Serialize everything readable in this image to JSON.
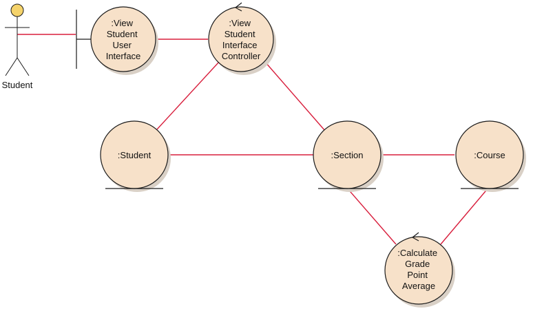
{
  "diagram": {
    "actor": {
      "label": "Student"
    },
    "objects": {
      "view_student_ui": {
        "label_lines": [
          ":View",
          "Student",
          "User",
          "Interface"
        ],
        "stereotype": "boundary"
      },
      "view_student_controller": {
        "label_lines": [
          ":View",
          "Student",
          "Interface",
          "Controller"
        ],
        "stereotype": "control"
      },
      "student": {
        "label_lines": [
          ":Student"
        ],
        "stereotype": "entity"
      },
      "section": {
        "label_lines": [
          ":Section"
        ],
        "stereotype": "entity"
      },
      "course": {
        "label_lines": [
          ":Course"
        ],
        "stereotype": "entity"
      },
      "calculate_gpa": {
        "label_lines": [
          ":Calculate",
          "Grade",
          "Point",
          "Average"
        ],
        "stereotype": "control"
      }
    },
    "links": [
      [
        "actor",
        "view_student_ui"
      ],
      [
        "view_student_ui",
        "view_student_controller"
      ],
      [
        "view_student_controller",
        "student"
      ],
      [
        "view_student_controller",
        "section"
      ],
      [
        "student",
        "section"
      ],
      [
        "section",
        "course"
      ],
      [
        "section",
        "calculate_gpa"
      ],
      [
        "course",
        "calculate_gpa"
      ]
    ],
    "colors": {
      "object_fill": "#f7e1c9",
      "object_shadow": "#d9d0c6",
      "outline": "#1a1a1a",
      "link": "#d81e3c",
      "actor_head": "#f5d36b"
    }
  }
}
